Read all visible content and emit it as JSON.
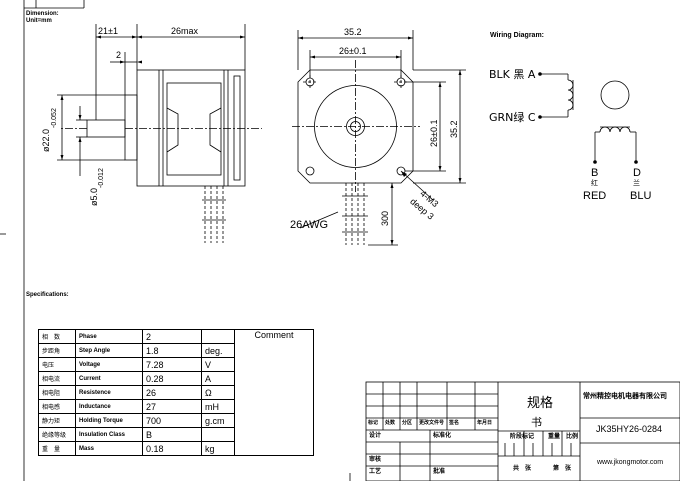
{
  "header": {
    "dimension_label": "Dimension:",
    "unit_label": "Unit=mm"
  },
  "side_view": {
    "dim_21": "21±1",
    "dim_26max": "26max",
    "dim_2": "2",
    "dim_shaft_dia": "ø22.0",
    "dim_shaft_dia_tol": "-0.052",
    "dim_small_dia": "ø5.0",
    "dim_small_dia_tol": "-0.012"
  },
  "front_view": {
    "dim_35_2_top": "35.2",
    "dim_26_top": "26±0.1",
    "dim_26_right": "26±0.1",
    "dim_35_2_right": "35.2",
    "dim_300": "300",
    "screw_label": "4-M3",
    "screw_depth": "deep 3",
    "wire_gauge": "26AWG"
  },
  "wiring": {
    "title": "Wiring Diagram:",
    "blk_label": "BLK 黑 A",
    "grn_label": "GRN绿 C",
    "b_letter": "B",
    "b_cn": "红",
    "b_color": "RED",
    "d_letter": "D",
    "d_cn": "兰",
    "d_color": "BLU"
  },
  "specs": {
    "title": "Specifications:",
    "comment_header": "Comment",
    "rows": [
      {
        "cn": "相　数",
        "en": "Phase",
        "value": "2",
        "unit": ""
      },
      {
        "cn": "步距角",
        "en": "Step Angle",
        "value": "1.8",
        "unit": "deg."
      },
      {
        "cn": "电压",
        "en": "Voltage",
        "value": "7.28",
        "unit": "V"
      },
      {
        "cn": "相电流",
        "en": "Current",
        "value": "0.28",
        "unit": "A"
      },
      {
        "cn": "相电阻",
        "en": "Resistence",
        "value": "26",
        "unit": "Ω"
      },
      {
        "cn": "相电感",
        "en": "Inductance",
        "value": "27",
        "unit": "mH"
      },
      {
        "cn": "静力矩",
        "en": "Holding Torque",
        "value": "700",
        "unit": "g.cm"
      },
      {
        "cn": "绝缘等级",
        "en": "Insulation Class",
        "value": "B",
        "unit": ""
      },
      {
        "cn": "重　量",
        "en": "Mass",
        "value": "0.18",
        "unit": "kg"
      }
    ]
  },
  "title_block": {
    "row_labels": [
      "标记",
      "处数",
      "分区",
      "更改文件号",
      "签名",
      "年月日"
    ],
    "design": "设计",
    "standardize": "标准化",
    "review": "审核",
    "process": "工艺",
    "approve": "批准",
    "stage_mark": "阶段标记",
    "weight": "重量",
    "scale": "比例",
    "total": "共　张",
    "sheet": "第　张",
    "spec_title_1": "规格",
    "spec_title_2": "书",
    "company": "常州精控电机电器有限公司",
    "model": "JK35HY26-0284",
    "website": "www.jkongmotor.com"
  }
}
